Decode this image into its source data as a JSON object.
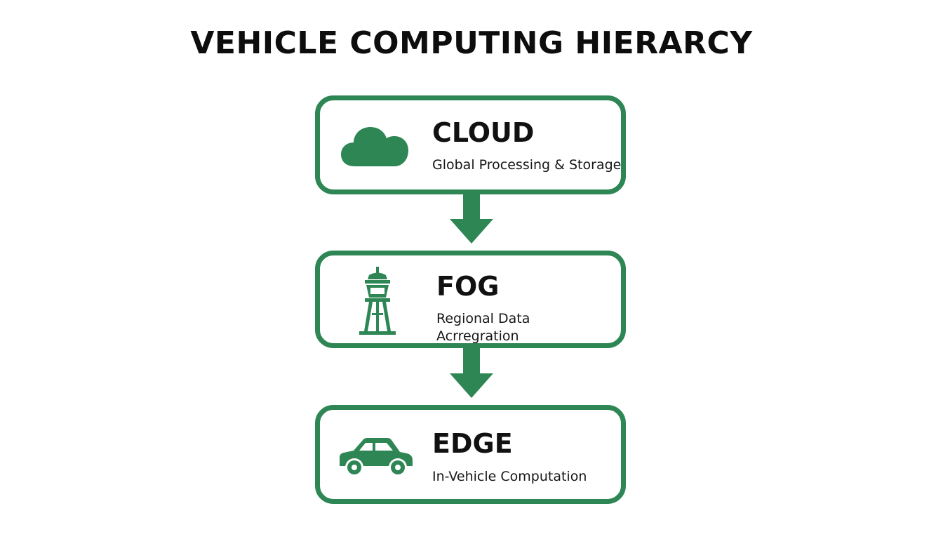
{
  "title": "VEHICLE COMPUTING HIERARCY",
  "accent_color": "#2e8654",
  "layers": [
    {
      "name": "CLOUD",
      "description": "Global Processing & Storage",
      "icon": "cloud-icon"
    },
    {
      "name": "FOG",
      "description": "Regional Data Acrregration",
      "icon": "tower-icon"
    },
    {
      "name": "EDGE",
      "description": "In-Vehicle Computation",
      "icon": "car-icon"
    }
  ],
  "connectors": [
    {
      "from": "CLOUD",
      "to": "FOG",
      "icon": "arrow-down-icon"
    },
    {
      "from": "FOG",
      "to": "EDGE",
      "icon": "arrow-down-icon"
    }
  ]
}
